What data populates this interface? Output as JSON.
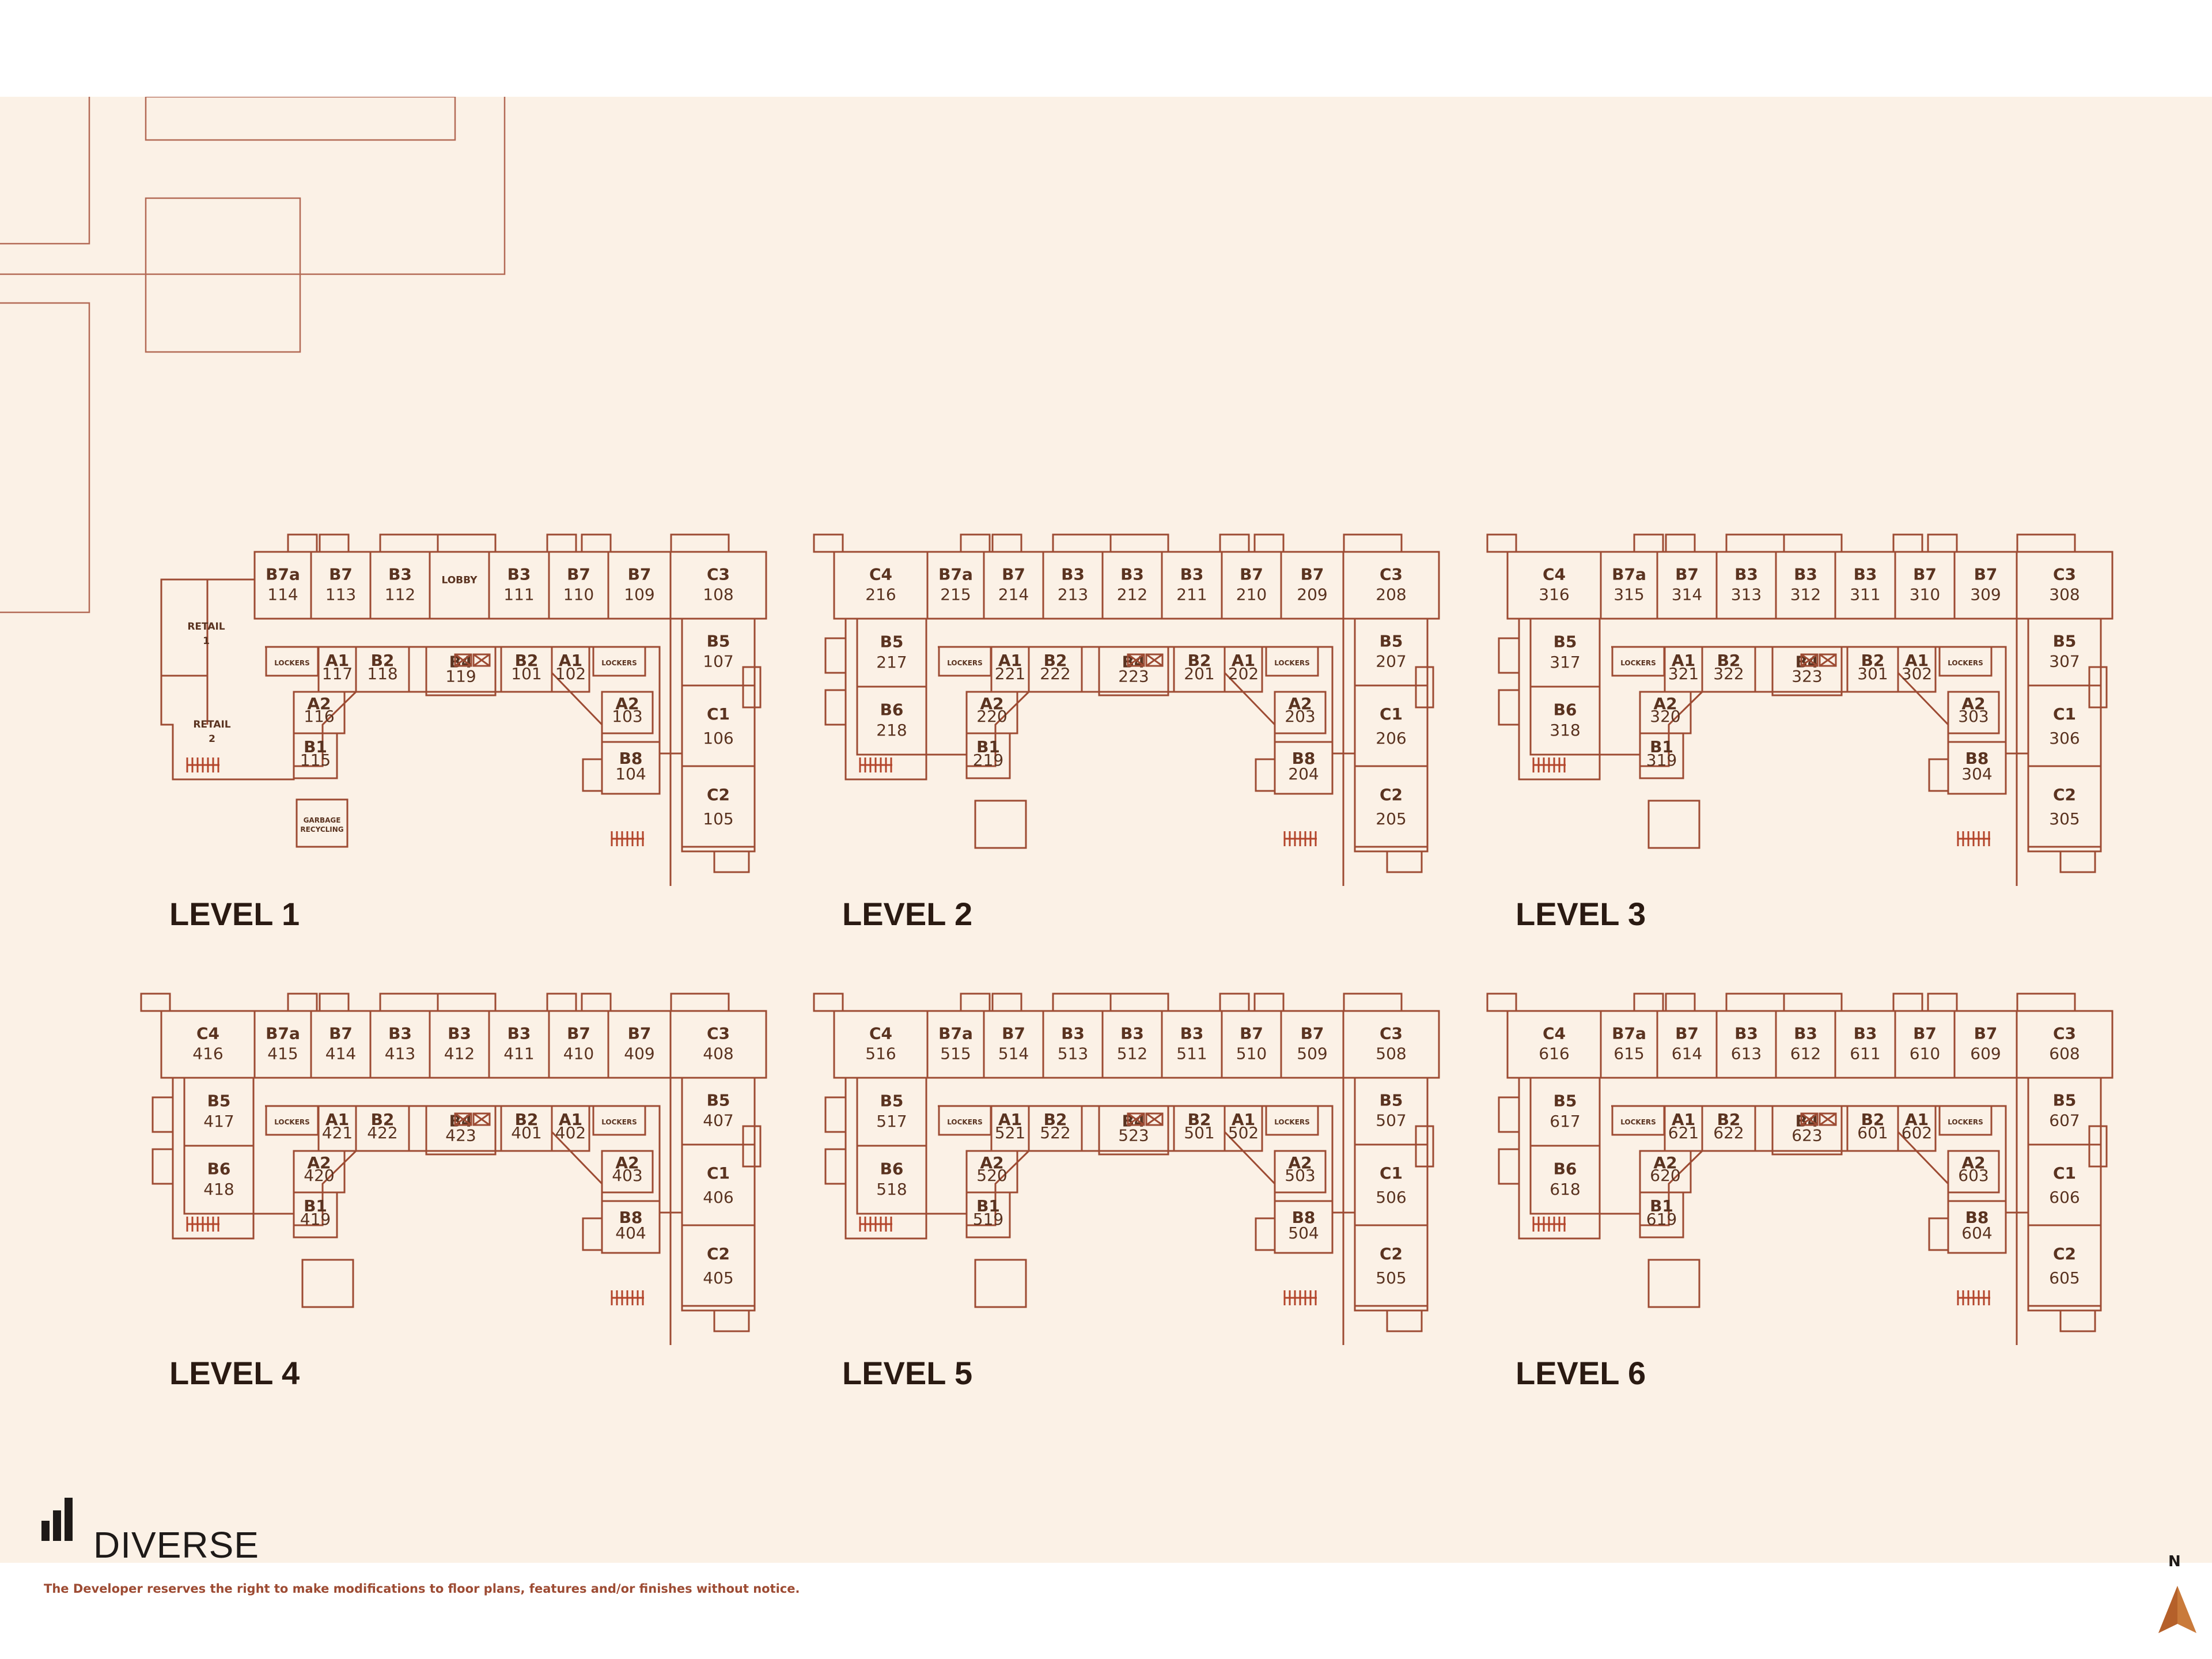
{
  "brand": {
    "name": "DIVERSE"
  },
  "disclaimer": "The Developer reserves the right to make modifications to floor plans, features and/or finishes without notice.",
  "compass": {
    "label": "N"
  },
  "labels": {
    "lockers": "LOCKERS",
    "lobby": "LOBBY",
    "retail1": [
      "RETAIL",
      "1"
    ],
    "retail2": [
      "RETAIL",
      "2"
    ],
    "garbage": [
      "GARBAGE",
      "RECYCLING"
    ]
  },
  "levels": [
    {
      "title": "LEVEL 1",
      "units": {
        "A": [
          "B7a",
          "114"
        ],
        "B": [
          "B7",
          "113"
        ],
        "C": [
          "B3",
          "112"
        ],
        "D": [
          "LOBBY",
          ""
        ],
        "E": [
          "B3",
          "111"
        ],
        "F": [
          "B7",
          "110"
        ],
        "G": [
          "B7",
          "109"
        ],
        "H": [
          "C3",
          "108"
        ],
        "I": [
          "B5",
          "107"
        ],
        "J": [
          "C1",
          "106"
        ],
        "K": [
          "C2",
          "105"
        ],
        "L": [
          "A1",
          "117"
        ],
        "M": [
          "B2",
          "118"
        ],
        "N": [
          "B4",
          "119"
        ],
        "O": [
          "B2",
          "101"
        ],
        "P": [
          "A1",
          "102"
        ],
        "Q": [
          "A2",
          "116"
        ],
        "R": [
          "A2",
          "103"
        ],
        "S": [
          "B1",
          "115"
        ],
        "T": [
          "B8",
          "104"
        ]
      }
    },
    {
      "title": "LEVEL 2",
      "units": {
        "W": [
          "C4",
          "216"
        ],
        "A": [
          "B7a",
          "215"
        ],
        "B": [
          "B7",
          "214"
        ],
        "C": [
          "B3",
          "213"
        ],
        "D": [
          "B3",
          "212"
        ],
        "E": [
          "B3",
          "211"
        ],
        "F": [
          "B7",
          "210"
        ],
        "G": [
          "B7",
          "209"
        ],
        "H": [
          "C3",
          "208"
        ],
        "I": [
          "B5",
          "207"
        ],
        "J": [
          "C1",
          "206"
        ],
        "K": [
          "C2",
          "205"
        ],
        "L": [
          "A1",
          "221"
        ],
        "M": [
          "B2",
          "222"
        ],
        "N": [
          "B4",
          "223"
        ],
        "O": [
          "B2",
          "201"
        ],
        "P": [
          "A1",
          "202"
        ],
        "Q": [
          "A2",
          "220"
        ],
        "R": [
          "A2",
          "203"
        ],
        "S": [
          "B1",
          "219"
        ],
        "T": [
          "B8",
          "204"
        ],
        "U": [
          "B5",
          "217"
        ],
        "V": [
          "B6",
          "218"
        ]
      }
    },
    {
      "title": "LEVEL 3",
      "units": {
        "W": [
          "C4",
          "316"
        ],
        "A": [
          "B7a",
          "315"
        ],
        "B": [
          "B7",
          "314"
        ],
        "C": [
          "B3",
          "313"
        ],
        "D": [
          "B3",
          "312"
        ],
        "E": [
          "B3",
          "311"
        ],
        "F": [
          "B7",
          "310"
        ],
        "G": [
          "B7",
          "309"
        ],
        "H": [
          "C3",
          "308"
        ],
        "I": [
          "B5",
          "307"
        ],
        "J": [
          "C1",
          "306"
        ],
        "K": [
          "C2",
          "305"
        ],
        "L": [
          "A1",
          "321"
        ],
        "M": [
          "B2",
          "322"
        ],
        "N": [
          "B4",
          "323"
        ],
        "O": [
          "B2",
          "301"
        ],
        "P": [
          "A1",
          "302"
        ],
        "Q": [
          "A2",
          "320"
        ],
        "R": [
          "A2",
          "303"
        ],
        "S": [
          "B1",
          "319"
        ],
        "T": [
          "B8",
          "304"
        ],
        "U": [
          "B5",
          "317"
        ],
        "V": [
          "B6",
          "318"
        ]
      }
    },
    {
      "title": "LEVEL 4",
      "units": {
        "W": [
          "C4",
          "416"
        ],
        "A": [
          "B7a",
          "415"
        ],
        "B": [
          "B7",
          "414"
        ],
        "C": [
          "B3",
          "413"
        ],
        "D": [
          "B3",
          "412"
        ],
        "E": [
          "B3",
          "411"
        ],
        "F": [
          "B7",
          "410"
        ],
        "G": [
          "B7",
          "409"
        ],
        "H": [
          "C3",
          "408"
        ],
        "I": [
          "B5",
          "407"
        ],
        "J": [
          "C1",
          "406"
        ],
        "K": [
          "C2",
          "405"
        ],
        "L": [
          "A1",
          "421"
        ],
        "M": [
          "B2",
          "422"
        ],
        "N": [
          "B4",
          "423"
        ],
        "O": [
          "B2",
          "401"
        ],
        "P": [
          "A1",
          "402"
        ],
        "Q": [
          "A2",
          "420"
        ],
        "R": [
          "A2",
          "403"
        ],
        "S": [
          "B1",
          "419"
        ],
        "T": [
          "B8",
          "404"
        ],
        "U": [
          "B5",
          "417"
        ],
        "V": [
          "B6",
          "418"
        ]
      }
    },
    {
      "title": "LEVEL 5",
      "units": {
        "W": [
          "C4",
          "516"
        ],
        "A": [
          "B7a",
          "515"
        ],
        "B": [
          "B7",
          "514"
        ],
        "C": [
          "B3",
          "513"
        ],
        "D": [
          "B3",
          "512"
        ],
        "E": [
          "B3",
          "511"
        ],
        "F": [
          "B7",
          "510"
        ],
        "G": [
          "B7",
          "509"
        ],
        "H": [
          "C3",
          "508"
        ],
        "I": [
          "B5",
          "507"
        ],
        "J": [
          "C1",
          "506"
        ],
        "K": [
          "C2",
          "505"
        ],
        "L": [
          "A1",
          "521"
        ],
        "M": [
          "B2",
          "522"
        ],
        "N": [
          "B4",
          "523"
        ],
        "O": [
          "B2",
          "501"
        ],
        "P": [
          "A1",
          "502"
        ],
        "Q": [
          "A2",
          "520"
        ],
        "R": [
          "A2",
          "503"
        ],
        "S": [
          "B1",
          "519"
        ],
        "T": [
          "B8",
          "504"
        ],
        "U": [
          "B5",
          "517"
        ],
        "V": [
          "B6",
          "518"
        ]
      }
    },
    {
      "title": "LEVEL 6",
      "units": {
        "W": [
          "C4",
          "616"
        ],
        "A": [
          "B7a",
          "615"
        ],
        "B": [
          "B7",
          "614"
        ],
        "C": [
          "B3",
          "613"
        ],
        "D": [
          "B3",
          "612"
        ],
        "E": [
          "B3",
          "611"
        ],
        "F": [
          "B7",
          "610"
        ],
        "G": [
          "B7",
          "609"
        ],
        "H": [
          "C3",
          "608"
        ],
        "I": [
          "B5",
          "607"
        ],
        "J": [
          "C1",
          "606"
        ],
        "K": [
          "C2",
          "605"
        ],
        "L": [
          "A1",
          "621"
        ],
        "M": [
          "B2",
          "622"
        ],
        "N": [
          "B4",
          "623"
        ],
        "O": [
          "B2",
          "601"
        ],
        "P": [
          "A1",
          "602"
        ],
        "Q": [
          "A2",
          "620"
        ],
        "R": [
          "A2",
          "603"
        ],
        "S": [
          "B1",
          "619"
        ],
        "T": [
          "B8",
          "604"
        ],
        "U": [
          "B5",
          "617"
        ],
        "V": [
          "B6",
          "618"
        ]
      }
    }
  ]
}
